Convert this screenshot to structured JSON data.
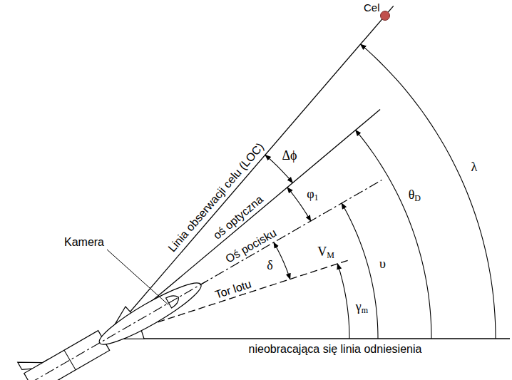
{
  "diagram": {
    "nodes": [
      {
        "text": [
          "Cel"
        ]
      }
    ],
    "labels": [
      "Linia obserwacji celu (LOC)",
      "oś optyczna",
      "Oś pocisku",
      "Tor lotu",
      "Kamera",
      "Δϕ",
      "φ1",
      "δ",
      "VM",
      "γm",
      "υ",
      "θD",
      "λ",
      "nieobracająca się linia odniesienia"
    ]
  }
}
